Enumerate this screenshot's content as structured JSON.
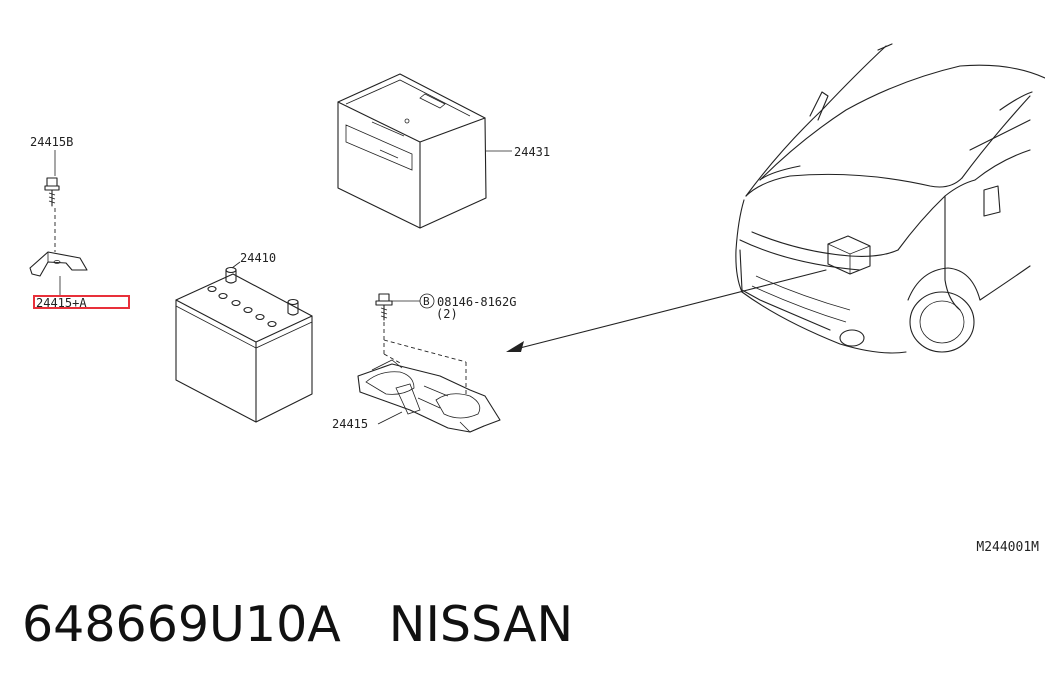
{
  "diagram": {
    "parts": {
      "bolt_top": "24415B",
      "bracket_small": "24415+A",
      "battery_cover": "24431",
      "battery": "24410",
      "tray": "24415",
      "bolt_ref": "08146-8162G",
      "bolt_ref_qty": "(2)",
      "bolt_ref_badge": "B"
    },
    "diagram_code": "M244001M",
    "highlight_color": "#e8303a"
  },
  "footer": {
    "part_number": "648669U10A",
    "brand": "NISSAN"
  }
}
